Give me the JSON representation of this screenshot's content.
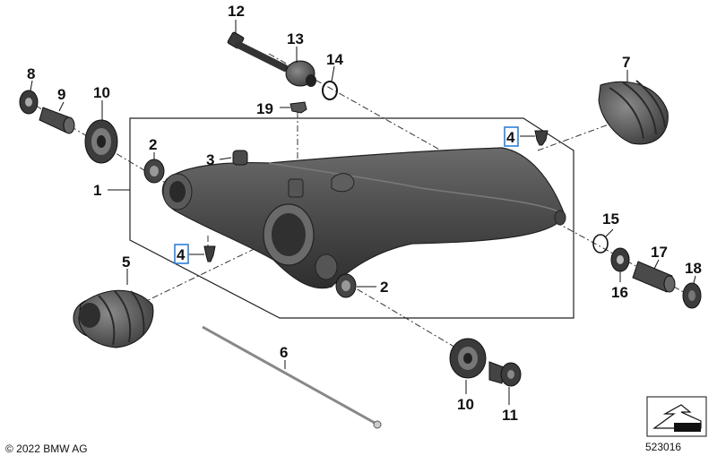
{
  "parts": {
    "p1": "1",
    "p2a": "2",
    "p2b": "2",
    "p3": "3",
    "p4a": "4",
    "p4b": "4",
    "p5": "5",
    "p6": "6",
    "p7": "7",
    "p8": "8",
    "p9": "9",
    "p10a": "10",
    "p10b": "10",
    "p11": "11",
    "p12": "12",
    "p13": "13",
    "p14": "14",
    "p15": "15",
    "p16": "16",
    "p17": "17",
    "p18": "18",
    "p19": "19"
  },
  "highlight_color": "#2f7fd8",
  "footer": {
    "copyright": "© 2022 BMW AG",
    "diagram_number": "523016"
  }
}
